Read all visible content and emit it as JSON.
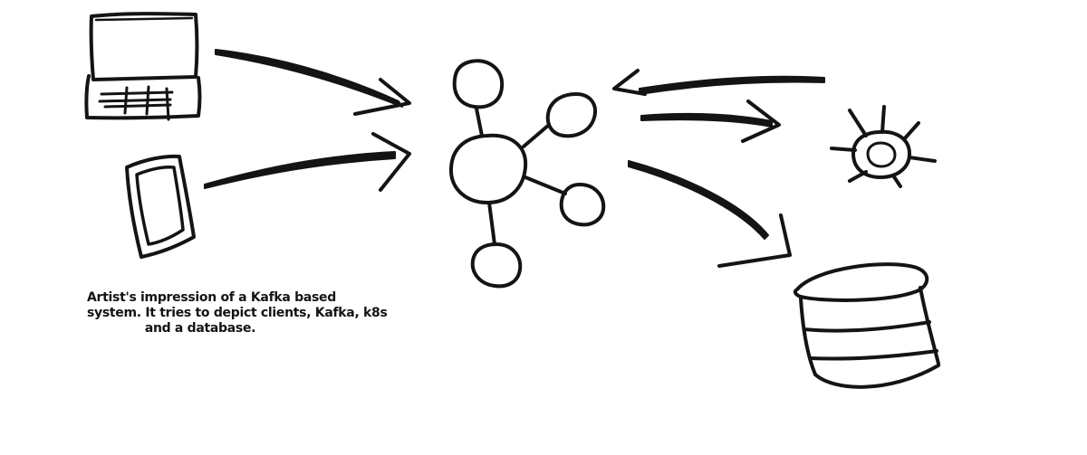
{
  "diagram": {
    "caption_lines": [
      "Artist's impression of a Kafka based",
      "system. It tries to depict clients, Kafka, k8s",
      "and a database."
    ],
    "nodes": [
      {
        "icon": "laptop-icon"
      },
      {
        "icon": "phone-icon"
      },
      {
        "icon": "kafka-cluster-icon"
      },
      {
        "icon": "kubernetes-helm-icon"
      },
      {
        "icon": "database-icon"
      }
    ],
    "edges": [
      {
        "from": "laptop-icon",
        "to": "kafka-cluster-icon"
      },
      {
        "from": "phone-icon",
        "to": "kafka-cluster-icon"
      },
      {
        "from": "kubernetes-helm-icon",
        "to": "kafka-cluster-icon"
      },
      {
        "from": "kafka-cluster-icon",
        "to": "kubernetes-helm-icon"
      },
      {
        "from": "kafka-cluster-icon",
        "to": "database-icon"
      }
    ],
    "ink_color": "#141414",
    "background_color": "#ffffff"
  }
}
